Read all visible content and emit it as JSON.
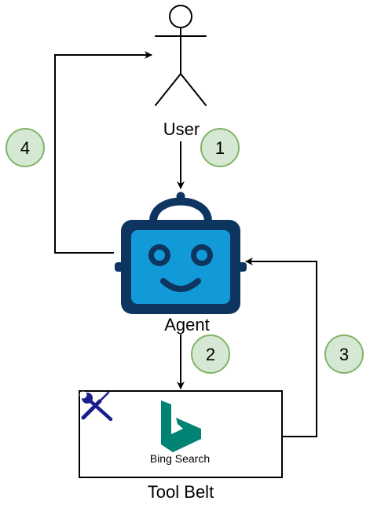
{
  "nodes": {
    "user": {
      "label": "User",
      "icon": "stick-figure-icon"
    },
    "agent": {
      "label": "Agent",
      "icon": "robot-icon"
    },
    "tool_belt": {
      "label": "Tool Belt",
      "tool_icon": "wrench-screwdriver-icon",
      "tools": [
        {
          "label": "Bing Search",
          "icon": "bing-logo-icon"
        }
      ]
    }
  },
  "steps": [
    {
      "number": "1"
    },
    {
      "number": "2"
    },
    {
      "number": "3"
    },
    {
      "number": "4"
    }
  ],
  "colors": {
    "step_badge_fill": "#d5e8d4",
    "step_badge_stroke": "#82b366",
    "robot_navy": "#0e3560",
    "robot_screen": "#129ad8",
    "bing_teal": "#008373",
    "tool_icon_navy": "#1a1e8c"
  }
}
